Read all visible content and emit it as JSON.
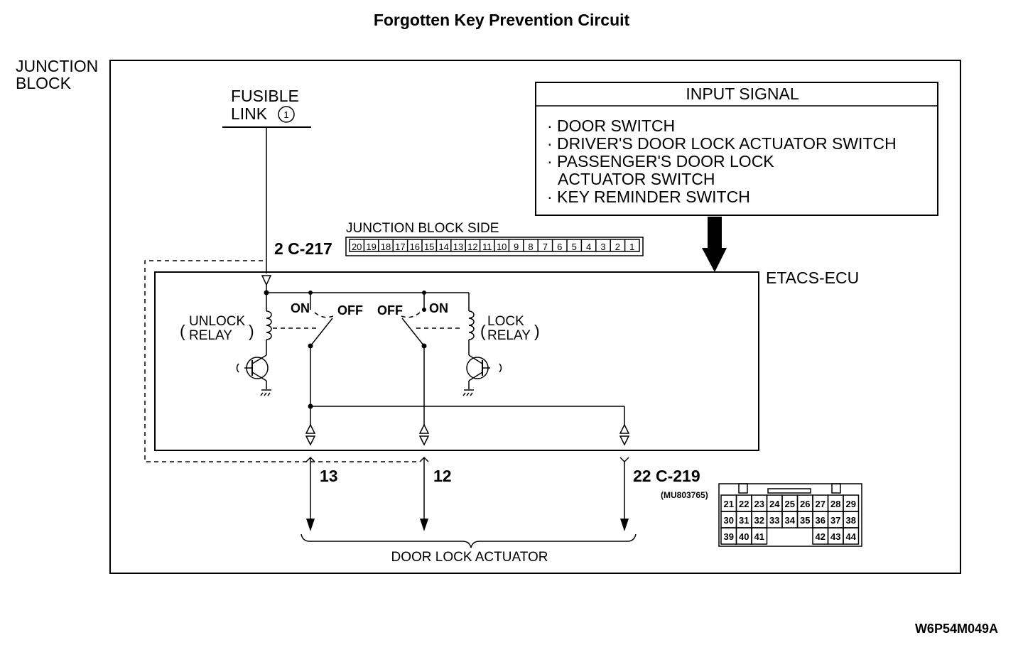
{
  "title": "Forgotten Key Prevention Circuit",
  "junction_block": {
    "line1": "JUNCTION",
    "line2": "BLOCK"
  },
  "fusible_link": {
    "line1": "FUSIBLE",
    "line2": "LINK",
    "number": "1"
  },
  "input_signal": {
    "header": "INPUT SIGNAL",
    "items": [
      "· DOOR SWITCH",
      "· DRIVER'S DOOR LOCK ACTUATOR SWITCH",
      "· PASSENGER'S DOOR LOCK",
      "ACTUATOR SWITCH",
      "· KEY REMINDER SWITCH"
    ]
  },
  "connector_c217": {
    "label": "2  C-217",
    "side_label": "JUNCTION BLOCK SIDE",
    "pins": [
      "20",
      "19",
      "18",
      "17",
      "16",
      "15",
      "14",
      "13",
      "12",
      "11",
      "10",
      "9",
      "8",
      "7",
      "6",
      "5",
      "4",
      "3",
      "2",
      "1"
    ]
  },
  "etacs_ecu": "ETACS-ECU",
  "unlock_relay": {
    "line1": "UNLOCK",
    "line2": "RELAY"
  },
  "lock_relay": {
    "line1": "LOCK",
    "line2": "RELAY"
  },
  "switch_labels": {
    "on_left": "ON",
    "off_left": "OFF",
    "off_right": "OFF",
    "on_right": "ON"
  },
  "terminals": {
    "t13": "13",
    "t12": "12",
    "t22": "22  C-219"
  },
  "connector_c219": {
    "part_number": "(MU803765)",
    "rows": [
      [
        "21",
        "22",
        "23",
        "24",
        "25",
        "26",
        "27",
        "28",
        "29"
      ],
      [
        "30",
        "31",
        "32",
        "33",
        "34",
        "35",
        "36",
        "37",
        "38"
      ],
      [
        "39",
        "40",
        "41",
        "",
        "",
        "",
        "42",
        "43",
        "44"
      ]
    ]
  },
  "door_lock_actuator": "DOOR LOCK ACTUATOR",
  "figure_code": "W6P54M049A"
}
